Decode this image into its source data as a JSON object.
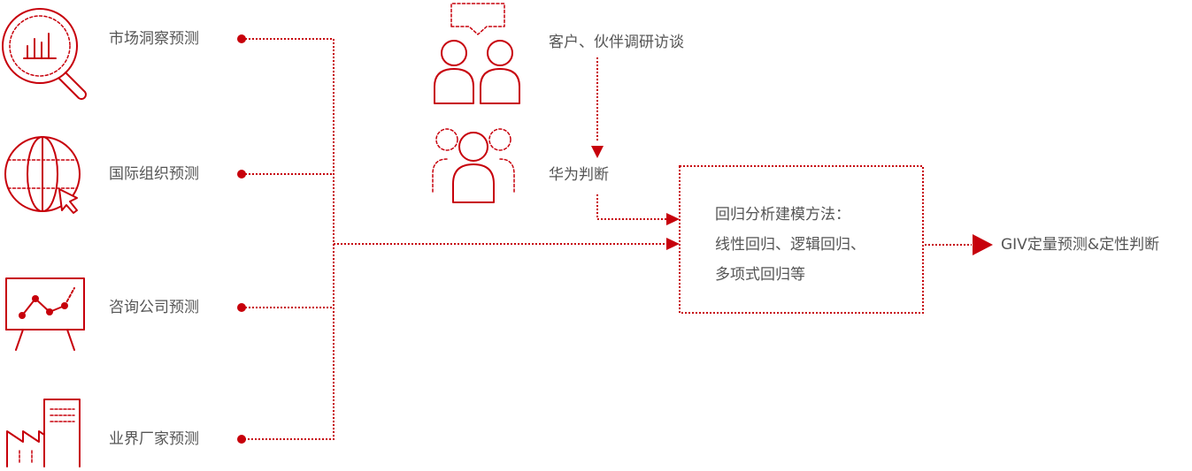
{
  "sources": [
    {
      "label": "市场洞察预测",
      "icon": "magnifier-chart-icon"
    },
    {
      "label": "国际组织预测",
      "icon": "globe-cursor-icon"
    },
    {
      "label": "咨询公司预测",
      "icon": "presentation-board-icon"
    },
    {
      "label": "业界厂家预测",
      "icon": "factory-icon"
    }
  ],
  "survey_label": "客户、伙伴调研访谈",
  "judgment_label": "华为判断",
  "method_box": {
    "lines": [
      "回归分析建模方法：",
      "线性回归、逻辑回归、",
      "多项式回归等"
    ]
  },
  "result_label": "GIV定量预测&定性判断",
  "colors": {
    "accent": "#c7000b",
    "text": "#555555"
  }
}
